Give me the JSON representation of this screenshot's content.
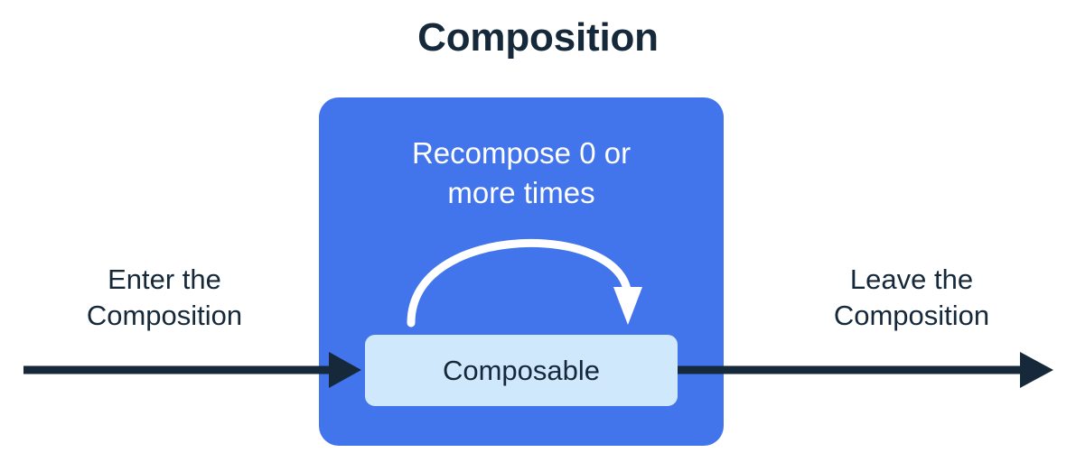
{
  "diagram": {
    "title": "Composition",
    "background_color": "#ffffff",
    "ink_color": "#16293a",
    "composition_box": {
      "name": "Composition",
      "fill_color": "#4274ec",
      "caption_line1": "Recompose 0 or",
      "caption_line2": "more times",
      "caption": "Recompose 0 or\nmore times",
      "caption_color": "#ffffff"
    },
    "composable_box": {
      "label": "Composable",
      "fill_color": "#d0e8fb",
      "label_color": "#16293a"
    },
    "recompose_arrow": {
      "description": "curved loop arrow",
      "color": "#ffffff"
    },
    "enter_label": {
      "line1": "Enter the",
      "line2": "Composition",
      "text": "Enter the\nComposition"
    },
    "leave_label": {
      "line1": "Leave the",
      "line2": "Composition",
      "text": "Leave the\nComposition"
    },
    "enter_arrow": {
      "description": "straight arrow pointing right into the Composable",
      "color": "#16293a"
    },
    "leave_arrow": {
      "description": "straight arrow pointing right out of the Composable",
      "color": "#16293a"
    }
  }
}
